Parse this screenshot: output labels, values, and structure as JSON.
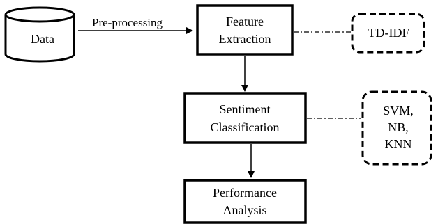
{
  "diagram": {
    "data_node": {
      "label": "Data"
    },
    "edge_preprocessing": {
      "label": "Pre-processing"
    },
    "feature_extraction": {
      "line1": "Feature",
      "line2": "Extraction"
    },
    "tfidf_node": {
      "label": "TD-IDF"
    },
    "sentiment_classification": {
      "line1": "Sentiment",
      "line2": "Classification"
    },
    "classifiers_node": {
      "line1": "SVM,",
      "line2": "NB,",
      "line3": "KNN"
    },
    "performance_analysis": {
      "line1": "Performance",
      "line2": "Analysis"
    }
  }
}
